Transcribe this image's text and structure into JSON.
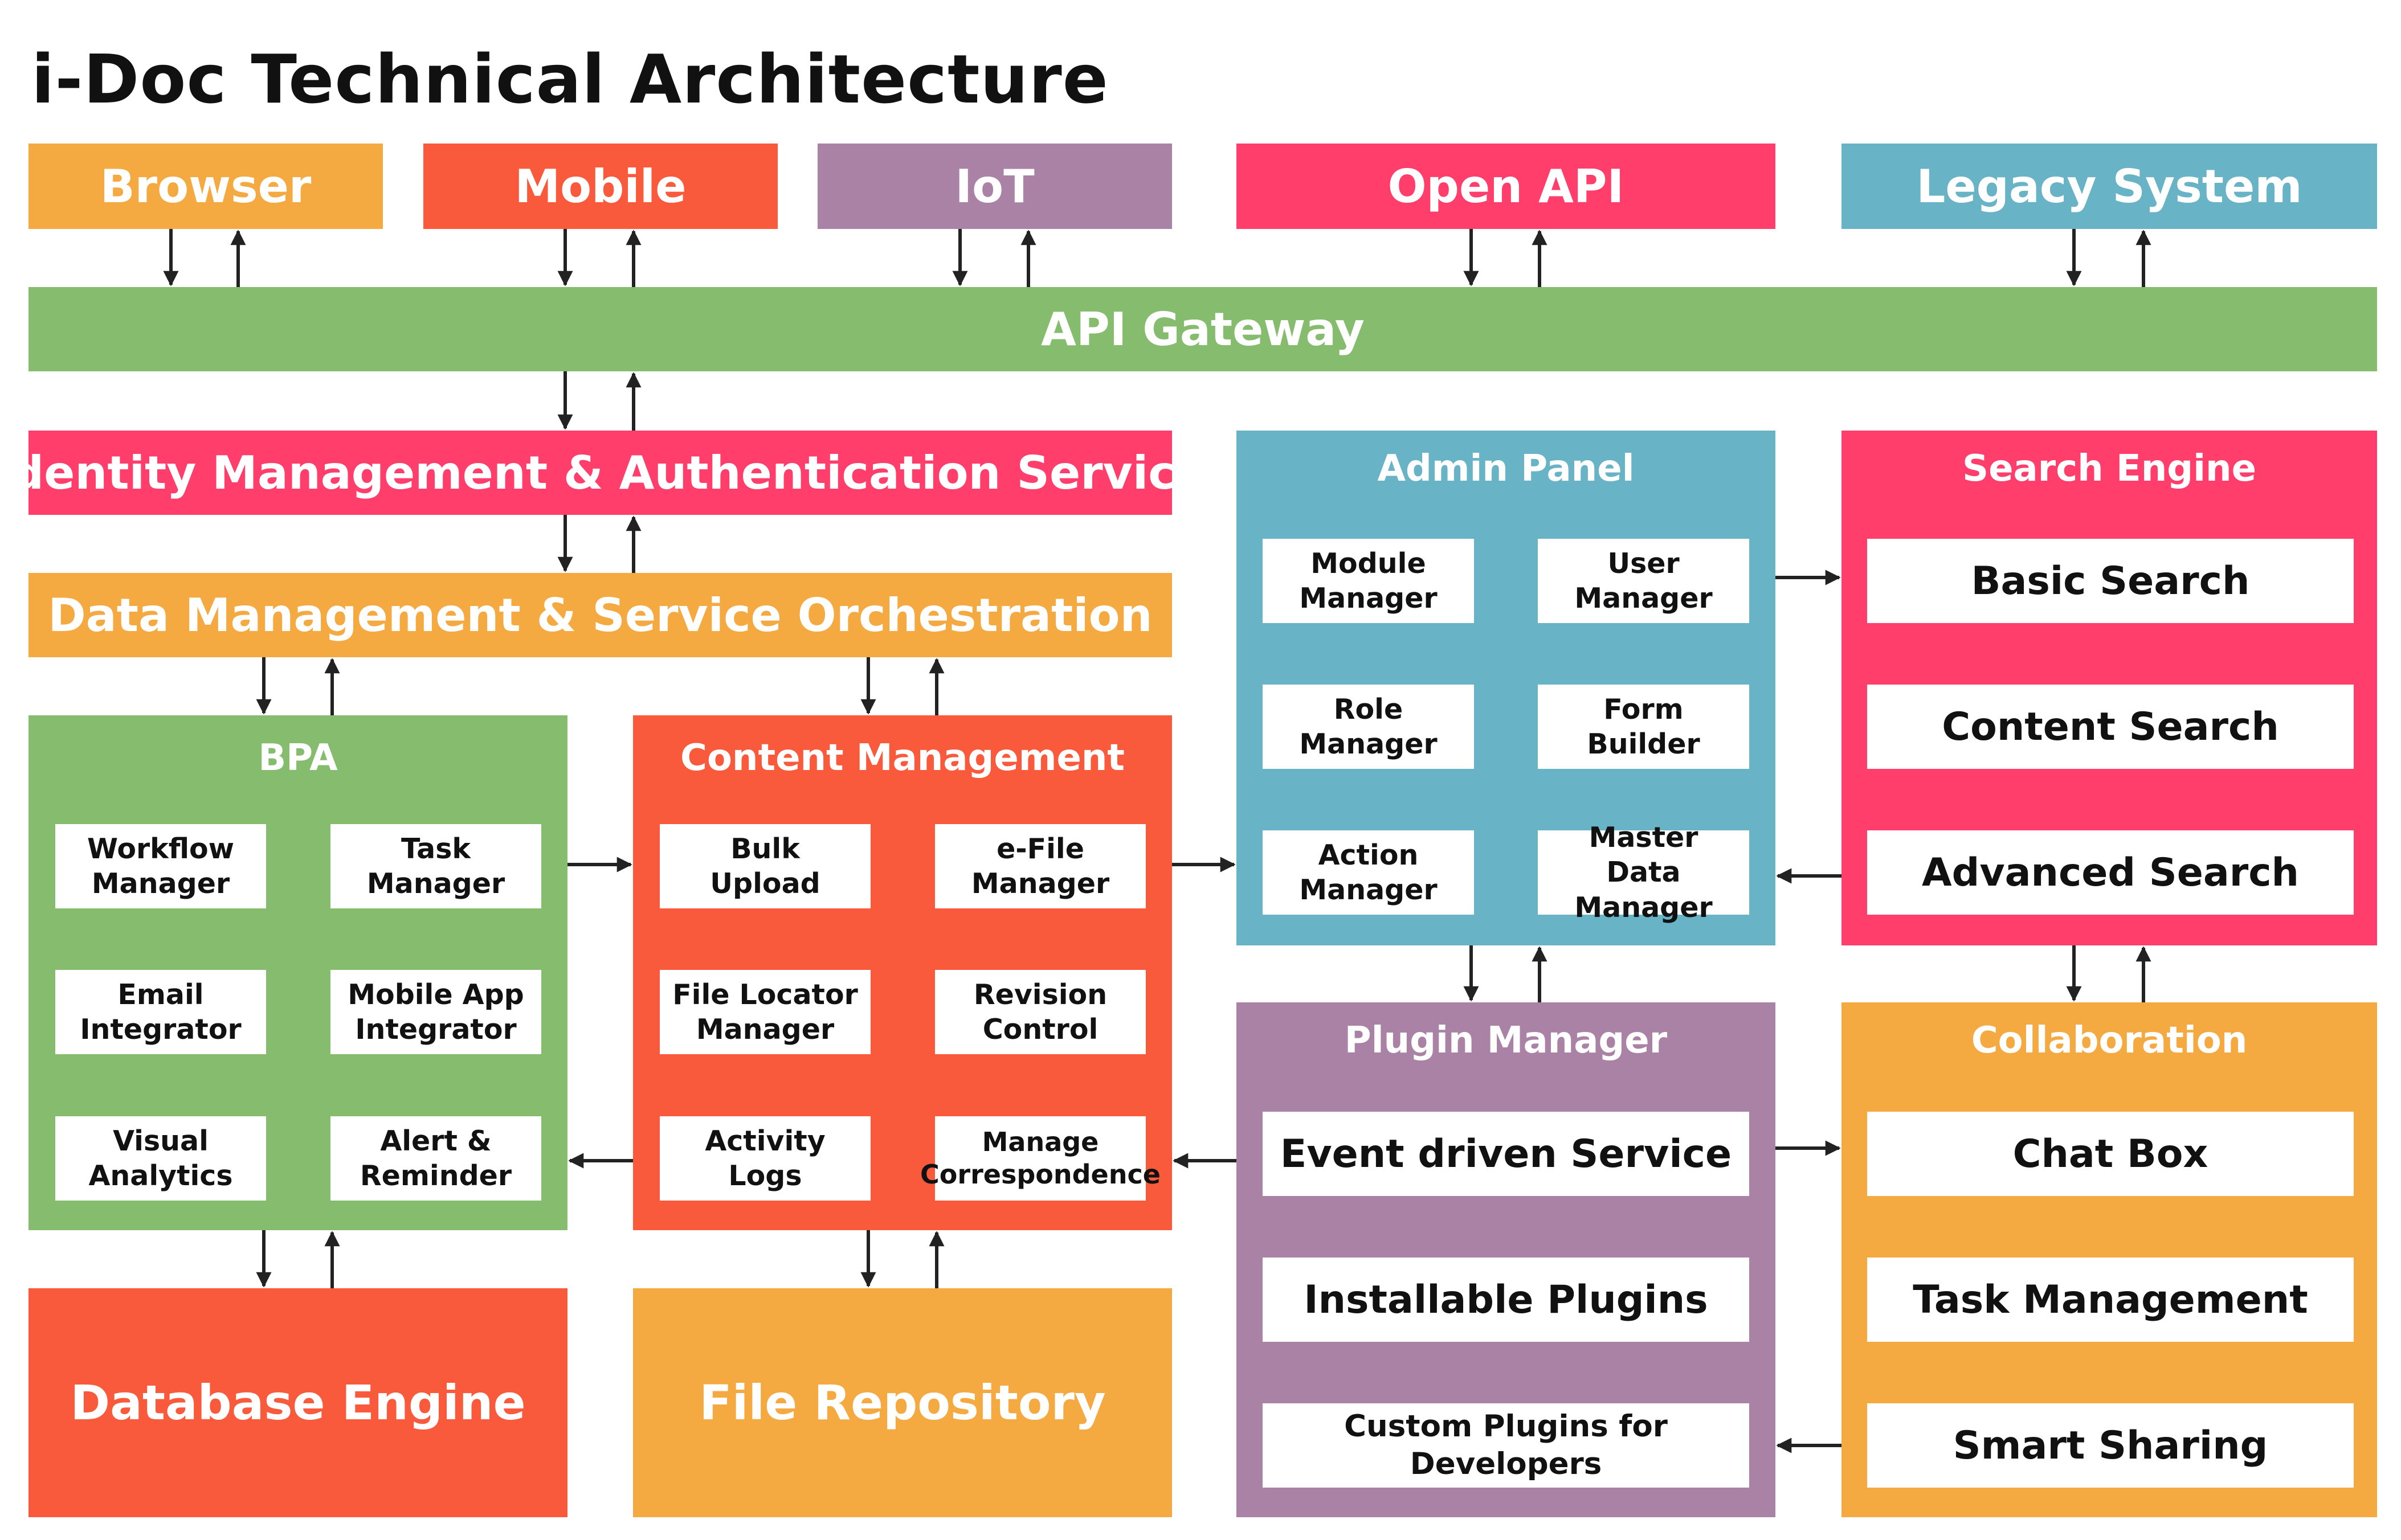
{
  "title": "i-Doc Technical Architecture",
  "clients": [
    {
      "label": "Browser",
      "color": "#F5A941"
    },
    {
      "label": "Mobile",
      "color": "#FA5A3C"
    },
    {
      "label": "IoT",
      "color": "#AA82A6"
    },
    {
      "label": "Open API",
      "color": "#FF3E6B"
    },
    {
      "label": "Legacy System",
      "color": "#68B3C5"
    }
  ],
  "api_gateway": {
    "label": "API Gateway",
    "color": "#86BC6E"
  },
  "identity": {
    "label": "Identity Management & Authentication Service",
    "color": "#FF3E6B"
  },
  "data_mgmt": {
    "label": "Data Management & Service Orchestration",
    "color": "#F5A941"
  },
  "bpa": {
    "title": "BPA",
    "color": "#86BC6E",
    "items": [
      [
        "Workflow",
        "Manager"
      ],
      [
        "Task",
        "Manager"
      ],
      [
        "Email",
        "Integrator"
      ],
      [
        "Mobile App",
        "Integrator"
      ],
      [
        "Visual",
        "Analytics"
      ],
      [
        "Alert &",
        "Reminder"
      ]
    ]
  },
  "content": {
    "title": "Content Management",
    "color": "#FA5A3C",
    "items": [
      [
        "Bulk",
        "Upload"
      ],
      [
        "e-File",
        "Manager"
      ],
      [
        "File Locator",
        "Manager"
      ],
      [
        "Revision",
        "Control"
      ],
      [
        "Activity",
        "Logs"
      ],
      [
        "Manage",
        "Correspondence"
      ]
    ]
  },
  "admin": {
    "title": "Admin Panel",
    "color": "#68B3C5",
    "items": [
      [
        "Module",
        "Manager"
      ],
      [
        "User",
        "Manager"
      ],
      [
        "Role",
        "Manager"
      ],
      [
        "Form",
        "Builder"
      ],
      [
        "Action",
        "Manager"
      ],
      [
        "Master",
        "Data Manager"
      ]
    ]
  },
  "search": {
    "title": "Search Engine",
    "color": "#FF3E6B",
    "items": [
      "Basic Search",
      "Content Search",
      "Advanced Search"
    ]
  },
  "plugin": {
    "title": "Plugin Manager",
    "color": "#AA82A6",
    "items": [
      "Event driven Service",
      "Installable Plugins",
      "Custom Plugins for Developers"
    ]
  },
  "collab": {
    "title": "Collaboration",
    "color": "#F5A941",
    "items": [
      "Chat Box",
      "Task Management",
      "Smart Sharing"
    ]
  },
  "database": {
    "label": "Database Engine",
    "color": "#FA5A3C"
  },
  "repository": {
    "label": "File Repository",
    "color": "#F5A941"
  }
}
